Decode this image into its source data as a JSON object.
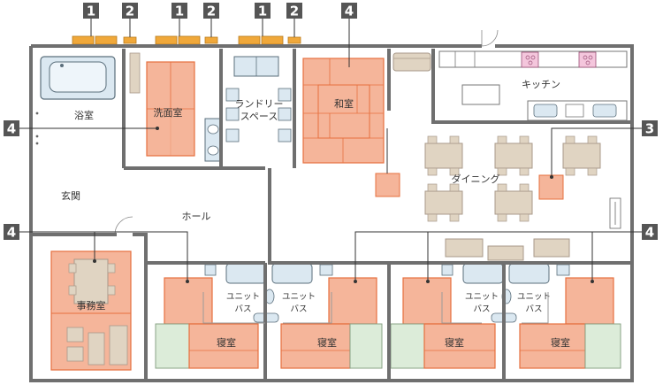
{
  "colors": {
    "wall": "#6f6f6f",
    "floor": "#ffffff",
    "orange": "#f5b59a",
    "orange_edge": "#e6703f",
    "beige": "#e0d4c2",
    "beige_edge": "#a8998a",
    "blue": "#dbe8f1",
    "blue_edge": "#5b6f7c",
    "green": "#dcecd9",
    "badge": "#555555",
    "marker": "#f0a83a"
  },
  "rooms": {
    "bath": "浴室",
    "washroom": "洗面室",
    "laundry_line1": "ランドリー",
    "laundry_line2": "スペース",
    "washitsu": "和室",
    "kitchen": "キッチン",
    "dining": "ダイニング",
    "entrance": "玄関",
    "hall": "ホール",
    "office": "事務室",
    "bedroom": "寝室",
    "unit_bath_line1": "ユニット",
    "unit_bath_line2": "バス"
  },
  "badges": [
    "1",
    "2",
    "1",
    "2",
    "1",
    "2",
    "4",
    "4",
    "3",
    "4",
    "4"
  ]
}
